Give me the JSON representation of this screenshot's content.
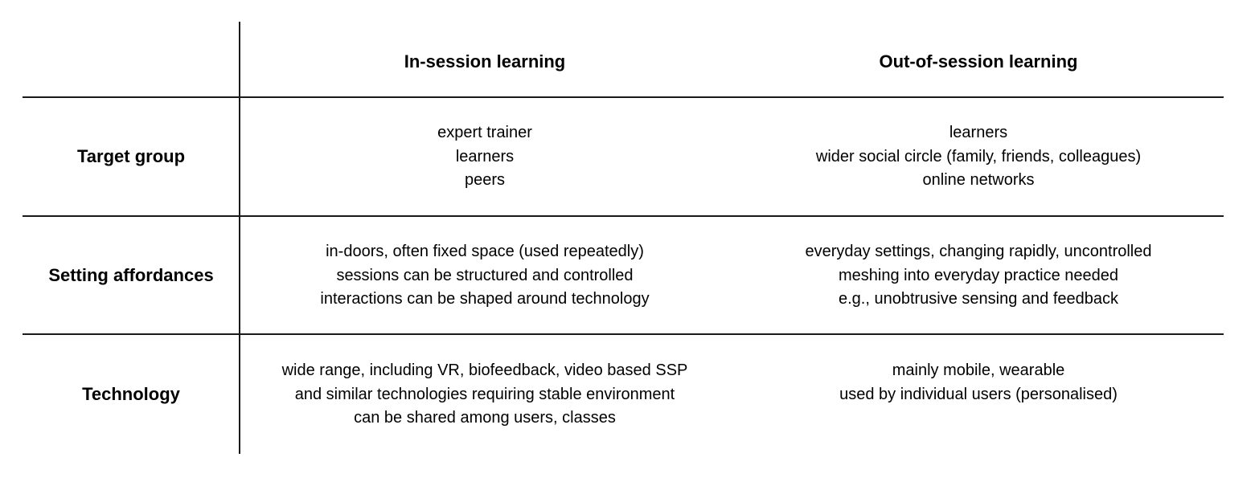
{
  "table": {
    "columns": [
      "In-session learning",
      "Out-of-session learning"
    ],
    "rows": [
      {
        "label": "Target group",
        "in_session": [
          "expert trainer",
          "learners",
          "peers"
        ],
        "out_of_session": [
          "learners",
          "wider social circle (family, friends, colleagues)",
          "online networks"
        ]
      },
      {
        "label": "Setting affordances",
        "in_session": [
          "in-doors, often fixed space (used repeatedly)",
          "sessions can be structured and controlled",
          "interactions can be shaped around technology"
        ],
        "out_of_session": [
          "everyday settings, changing rapidly, uncontrolled",
          "meshing into everyday practice needed",
          "e.g., unobtrusive sensing and feedback"
        ]
      },
      {
        "label": "Technology",
        "in_session": [
          "wide range, including VR, biofeedback, video based SSP",
          "and similar technologies requiring stable environment",
          "can be shared among users, classes"
        ],
        "out_of_session": [
          "mainly mobile, wearable",
          "used by individual users (personalised)"
        ]
      }
    ]
  }
}
